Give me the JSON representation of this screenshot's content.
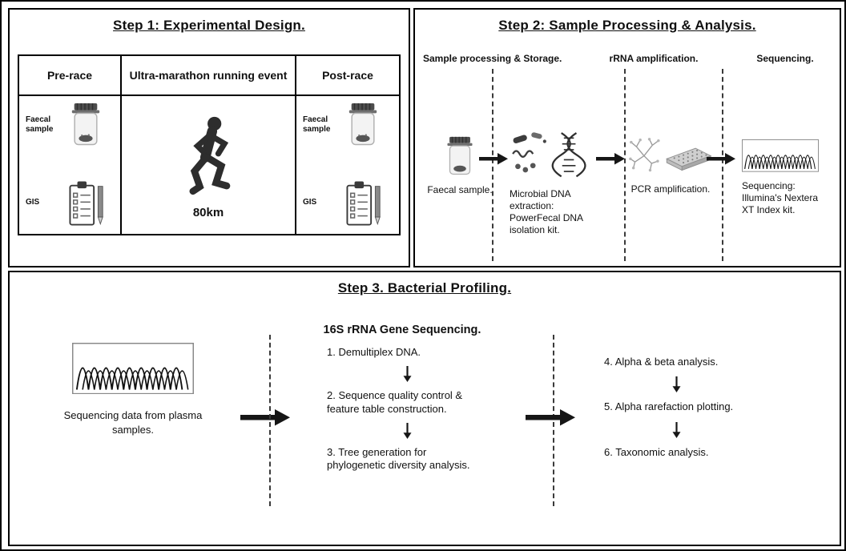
{
  "step1": {
    "title": "Step 1: Experimental Design.",
    "columns": {
      "pre": "Pre-race",
      "event": "Ultra-marathon running event",
      "post": "Post-race"
    },
    "faecal_label": "Faecal sample",
    "gis_label": "GIS",
    "distance": "80km"
  },
  "step2": {
    "title": "Step 2: Sample Processing & Analysis.",
    "stage_labels": {
      "processing": "Sample processing & Storage.",
      "amplification": "rRNA amplification.",
      "sequencing": "Sequencing."
    },
    "captions": {
      "faecal": "Faecal sample.",
      "extraction": "Microbial DNA extraction: PowerFecal DNA isolation kit.",
      "pcr": "PCR amplification.",
      "sequencing": "Sequencing: Illumina's Nextera XT Index kit."
    }
  },
  "step3": {
    "title": "Step 3. Bacterial Profiling.",
    "subtitle": "16S rRNA Gene Sequencing.",
    "source_caption": "Sequencing data from plasma samples.",
    "steps_left": [
      "1. Demultiplex DNA.",
      "2. Sequence quality control & feature table construction.",
      "3. Tree generation for phylogenetic diversity analysis."
    ],
    "steps_right": [
      "4. Alpha & beta analysis.",
      "5. Alpha rarefaction plotting.",
      "6. Taxonomic analysis."
    ]
  }
}
